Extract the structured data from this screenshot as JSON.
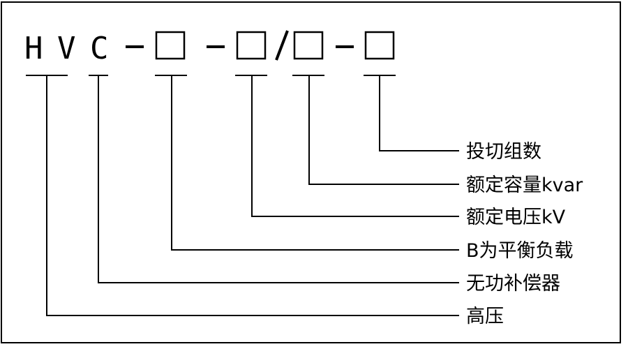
{
  "code": {
    "letters": [
      "H",
      "V",
      "C"
    ],
    "separators": [
      "-",
      "-",
      "/",
      "-"
    ]
  },
  "labels": {
    "groups": "投切组数",
    "capacity": "额定容量kvar",
    "voltage": "额定电压kV",
    "balance": "B为平衡负载",
    "compensator": "无功补偿器",
    "high_voltage": "高压"
  }
}
